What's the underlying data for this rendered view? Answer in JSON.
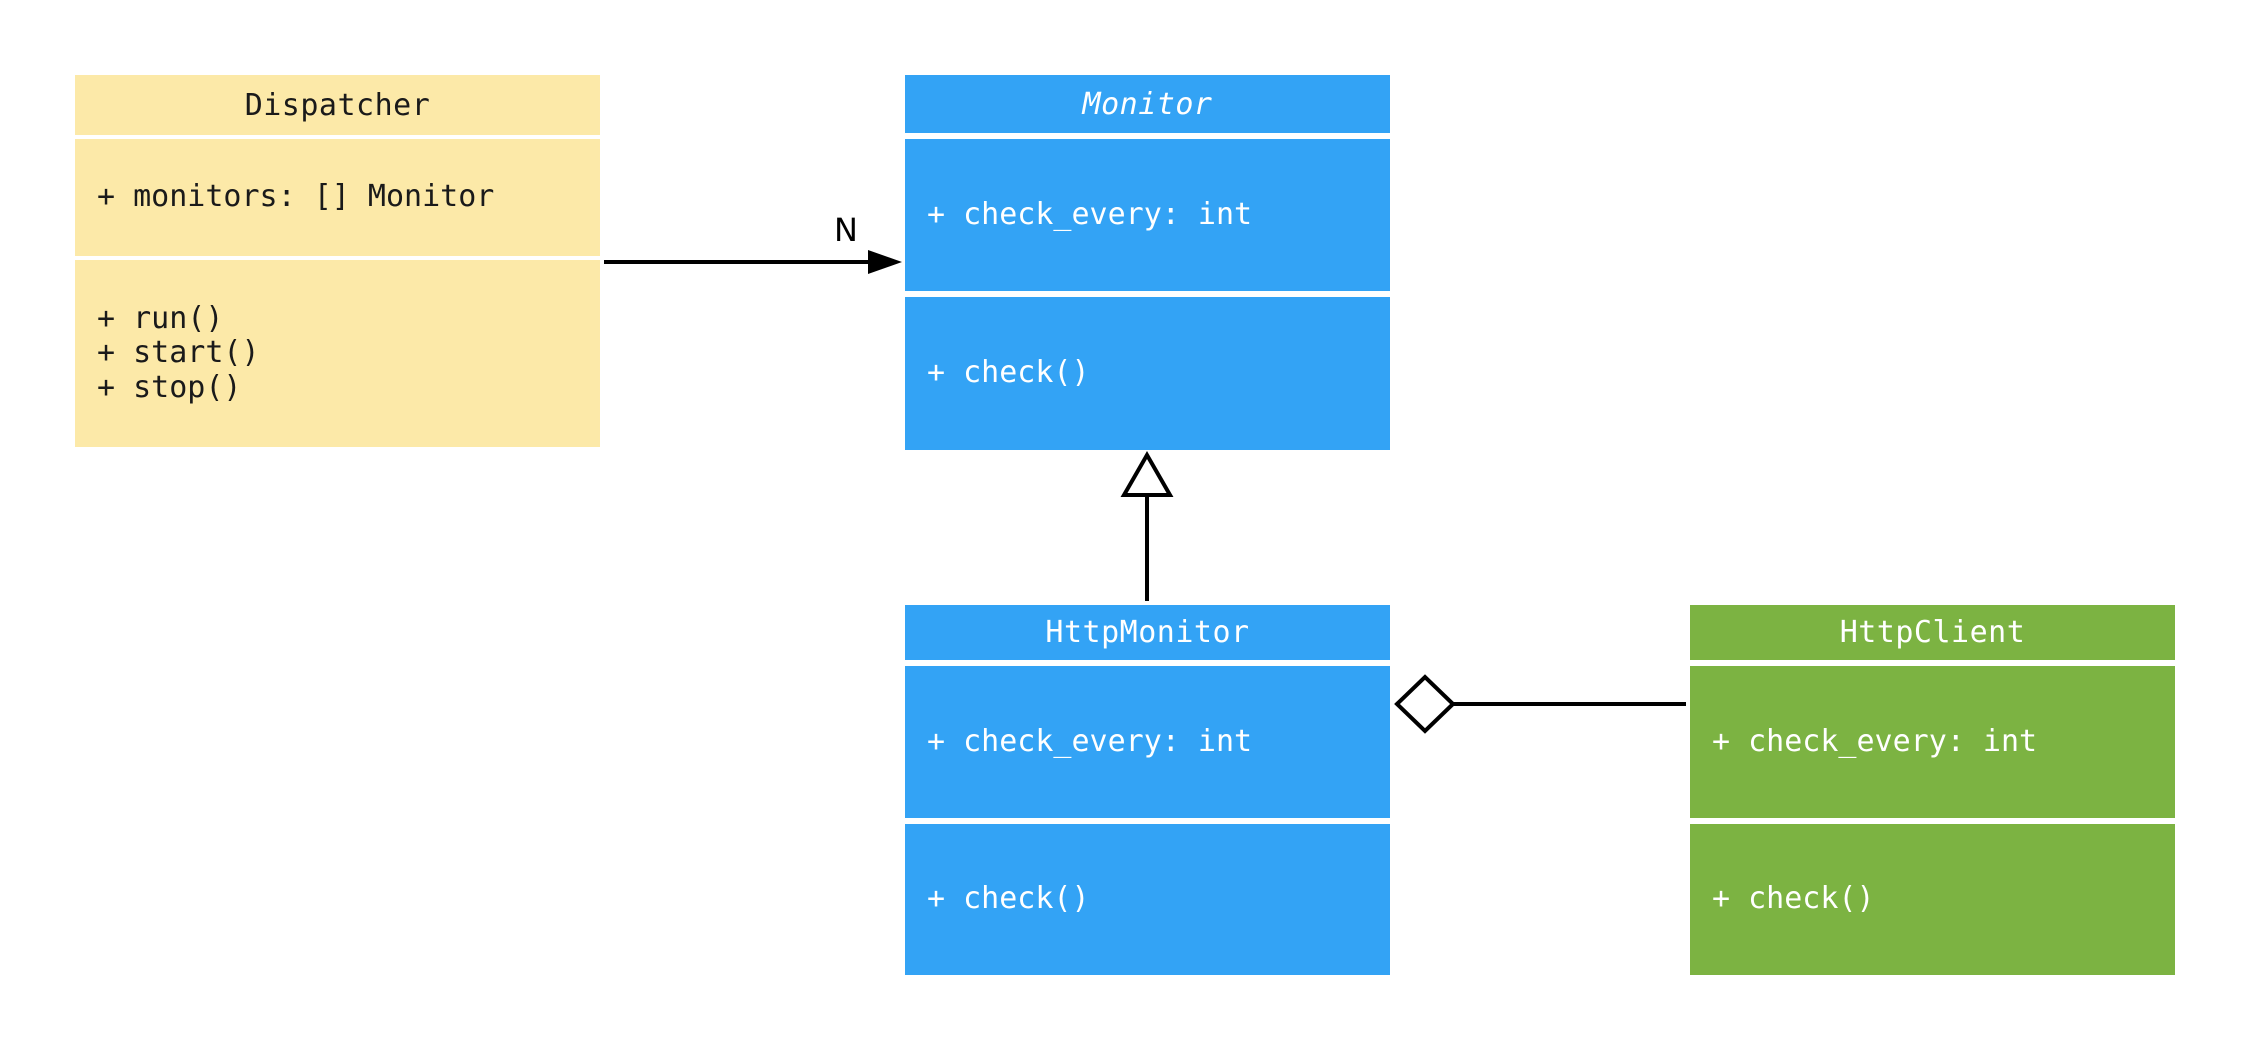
{
  "diagram": {
    "type": "uml-class-diagram",
    "background_color": "#ffffff",
    "palette": {
      "yellow": "#fce9a8",
      "blue": "#33a3f5",
      "green": "#7cb342",
      "line": "#000000",
      "dark_text": "#1a1a1a",
      "light_text": "#ffffff"
    }
  },
  "classes": [
    {
      "id": "dispatcher",
      "name": "Dispatcher",
      "abstract": false,
      "color": "#fce9a8",
      "attributes": [
        "+ monitors: [] Monitor"
      ],
      "methods": [
        "+ run()",
        "+ start()",
        "+ stop()"
      ]
    },
    {
      "id": "monitor",
      "name": "Monitor",
      "abstract": true,
      "color": "#33a3f5",
      "attributes": [
        "+ check_every: int"
      ],
      "methods": [
        "+ check()"
      ]
    },
    {
      "id": "http_monitor",
      "name": "HttpMonitor",
      "abstract": false,
      "color": "#33a3f5",
      "attributes": [
        "+ check_every: int"
      ],
      "methods": [
        "+ check()"
      ]
    },
    {
      "id": "http_client",
      "name": "HttpClient",
      "abstract": false,
      "color": "#7cb342",
      "attributes": [
        "+ check_every: int"
      ],
      "methods": [
        "+ check()"
      ]
    }
  ],
  "relationships": [
    {
      "id": "dispatcher-to-monitor",
      "kind": "association",
      "from": "Dispatcher",
      "to": "Monitor",
      "label": "N",
      "arrow": "solid-filled-arrowhead"
    },
    {
      "id": "httpmonitor-inherits-monitor",
      "kind": "generalization",
      "from": "HttpMonitor",
      "to": "Monitor",
      "label": "",
      "arrow": "hollow-triangle"
    },
    {
      "id": "httpmonitor-aggregates-httpclient",
      "kind": "aggregation",
      "from": "HttpMonitor",
      "to": "HttpClient",
      "label": "",
      "arrow": "hollow-diamond"
    }
  ]
}
